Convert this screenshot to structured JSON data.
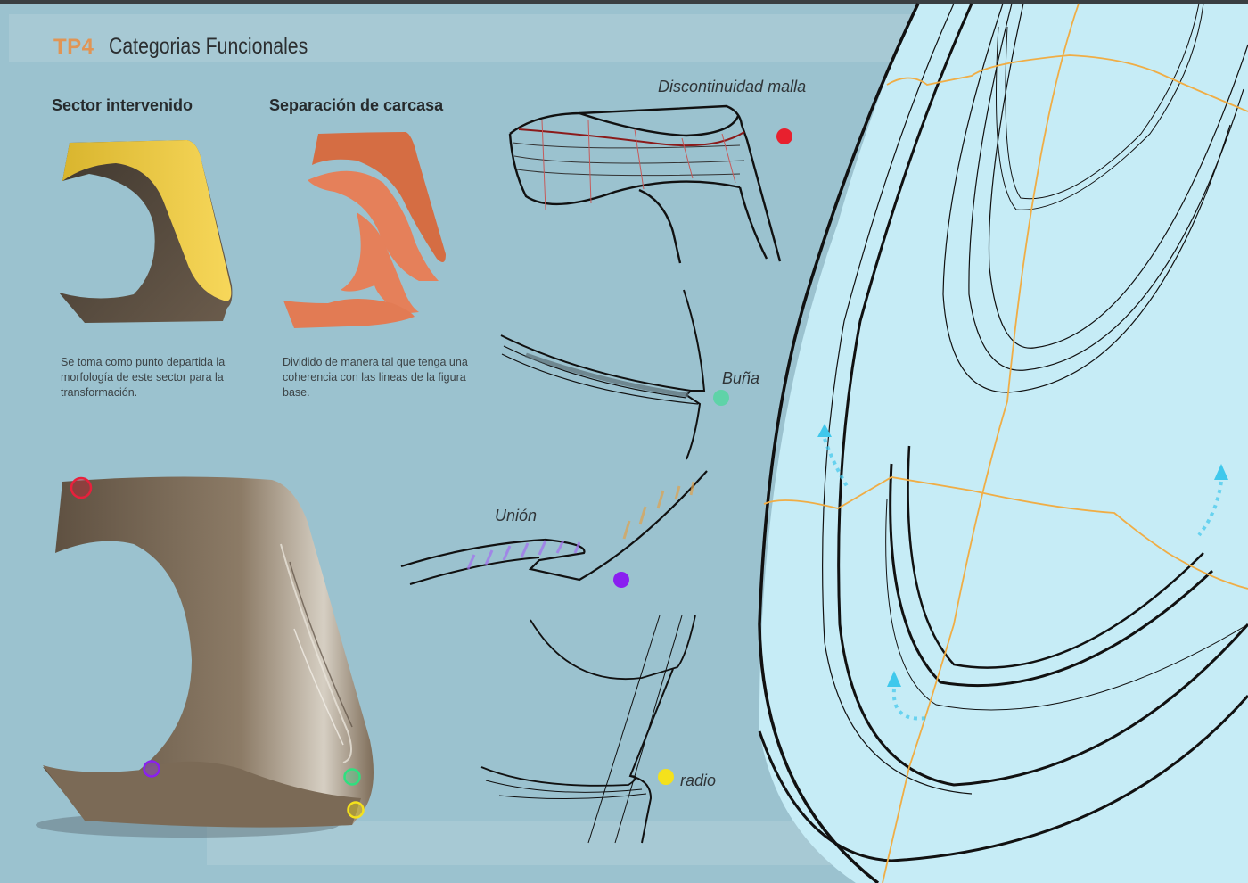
{
  "header": {
    "code": "TP4",
    "title": "Categorias Funcionales"
  },
  "sections": [
    {
      "title": "Sector intervenido",
      "description": "Se toma como punto departida la morfología de este sector para la transformación.",
      "accent_color": "#e8c13e"
    },
    {
      "title": "Separación de carcasa",
      "description": "Dividido de manera tal que tenga una coherencia con las lineas de la figura base.",
      "accent_color": "#e5805a"
    }
  ],
  "details": [
    {
      "label": "Discontinuidad malla",
      "marker_color": "#e8202e"
    },
    {
      "label": "Buña",
      "marker_color": "#5fd3a8"
    },
    {
      "label": "Unión",
      "marker_color": "#8a1ff0"
    },
    {
      "label": "radio",
      "marker_color": "#f4e11c"
    }
  ],
  "colors": {
    "background": "#9bc2cf",
    "surface": "#c6ecf6",
    "grid_line": "#f0ad45",
    "flow_arrow": "#3fc8ec",
    "product": "#7b6a56"
  }
}
